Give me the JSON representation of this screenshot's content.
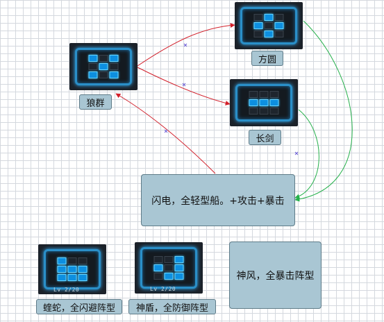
{
  "nodes": {
    "fangyuan": {
      "label": "方圆",
      "pattern": [
        0,
        1,
        0,
        1,
        0,
        1,
        0,
        1,
        0
      ]
    },
    "langqun": {
      "label": "狼群",
      "pattern": [
        1,
        0,
        1,
        0,
        1,
        0,
        1,
        0,
        1
      ]
    },
    "changjian": {
      "label": "长剑",
      "pattern": [
        0,
        0,
        0,
        1,
        1,
        1,
        0,
        0,
        0
      ]
    },
    "shedan": {
      "label": "蝰蛇，全闪避阵型",
      "pattern": [
        1,
        0,
        0,
        1,
        1,
        1,
        1,
        1,
        1
      ],
      "lv": "Lv 2/20"
    },
    "shendun": {
      "label": "神盾，全防御阵型",
      "pattern": [
        0,
        0,
        1,
        1,
        0,
        1,
        0,
        1,
        1
      ],
      "lv": "Lv 2/20"
    }
  },
  "boxes": {
    "shandian": "闪电，全轻型船。+攻击+暴击",
    "shenfeng": "神风，全暴击阵型"
  },
  "colors": {
    "red_arrow": "#d21f2a",
    "green_arrow": "#24b04a",
    "node_fill": "#a9c6d3",
    "glow_blue": "#0d8fe0"
  }
}
